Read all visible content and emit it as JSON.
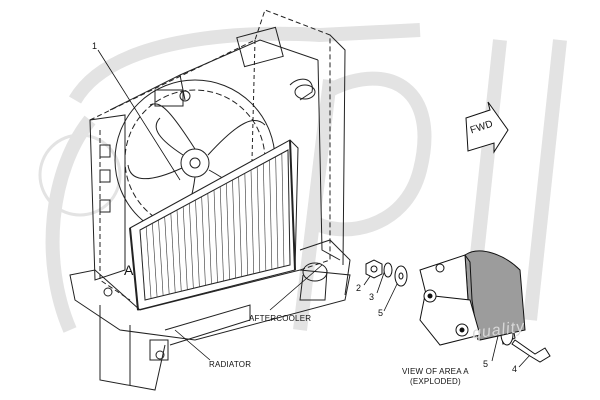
{
  "diagram": {
    "callouts": [
      "1",
      "2",
      "3",
      "5",
      "5",
      "4"
    ],
    "area_marker": "A",
    "labels": {
      "aftercooler": "AFTERCOOLER",
      "radiator": "RADIATOR",
      "view_line1": "VIEW OF AREA  A",
      "view_line2": "(EXPLODED)",
      "fwd": "FWD"
    }
  },
  "watermark": {
    "word": "quality"
  }
}
